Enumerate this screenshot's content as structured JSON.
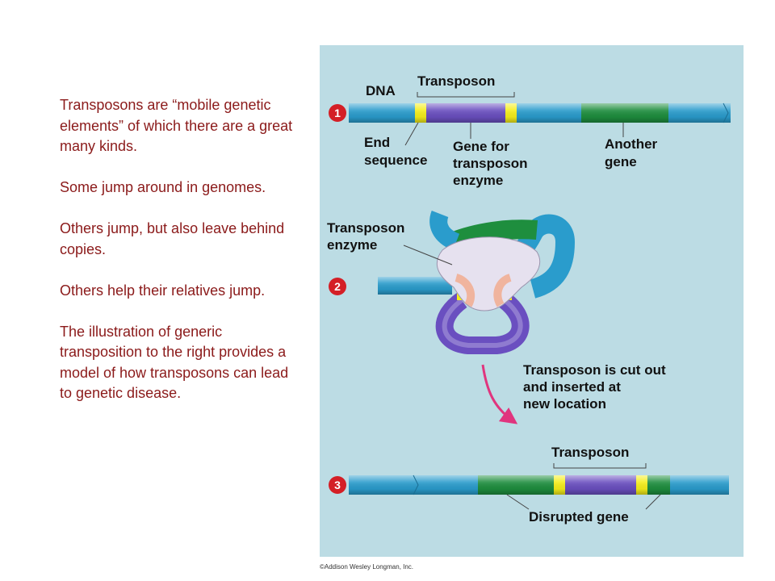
{
  "text_panel": {
    "paragraphs": [
      "Transposons are “mobile genetic elements” of which there are a great many kinds.",
      "Some jump around in genomes.",
      "Others jump, but also leave behind copies.",
      "Others help their relatives jump.",
      "The illustration of generic transposition to the right provides a model of how transposons can lead to genetic disease."
    ]
  },
  "figure": {
    "steps": [
      "1",
      "2",
      "3"
    ],
    "step1": {
      "dna_label": "DNA",
      "transposon_label": "Transposon",
      "end_sequence_label": [
        "End",
        "sequence"
      ],
      "gene_label": [
        "Gene for",
        "transposon",
        "enzyme"
      ],
      "another_gene_label": [
        "Another",
        "gene"
      ]
    },
    "step2": {
      "enzyme_label": [
        "Transposon",
        "enzyme"
      ]
    },
    "arrow_label": [
      "Transposon is cut out",
      "and inserted at",
      "new location"
    ],
    "step3": {
      "transposon_label": "Transposon",
      "disrupted_label": "Disrupted gene"
    },
    "credit": "©Addison Wesley Longman, Inc."
  },
  "colors": {
    "text_red": "#8b1a1a",
    "panel": "#bcdce4",
    "dna_blue": "#2a9ccc",
    "gene_green": "#1e8e3e",
    "transposon_purple": "#6a4fc0",
    "end_yellow": "#f5ee1a",
    "enzyme": "#e6e1ef",
    "step_badge": "#d41f26",
    "arrow_pink": "#e0357e"
  }
}
